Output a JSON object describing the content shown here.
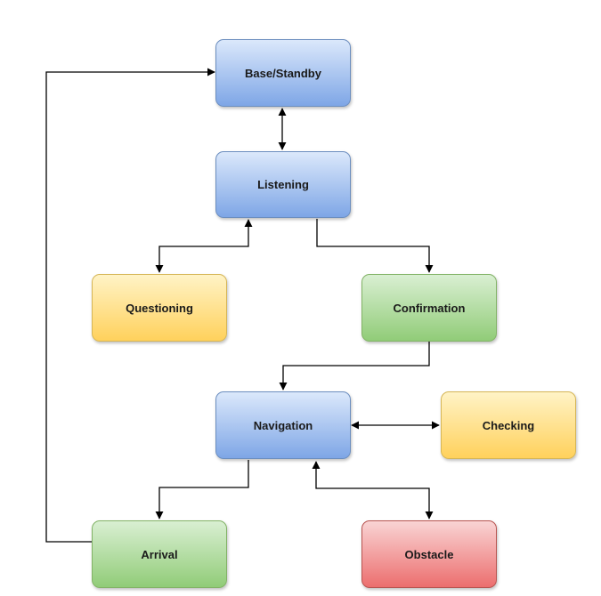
{
  "nodes": {
    "base_standby": {
      "label": "Base/Standby",
      "color": "blue"
    },
    "listening": {
      "label": "Listening",
      "color": "blue"
    },
    "questioning": {
      "label": "Questioning",
      "color": "yellow"
    },
    "confirmation": {
      "label": "Confirmation",
      "color": "green"
    },
    "navigation": {
      "label": "Navigation",
      "color": "blue"
    },
    "checking": {
      "label": "Checking",
      "color": "yellow"
    },
    "arrival": {
      "label": "Arrival",
      "color": "green"
    },
    "obstacle": {
      "label": "Obstacle",
      "color": "red"
    }
  },
  "edges": [
    {
      "from": "Arrival",
      "to": "Base/Standby",
      "direction": "one-way"
    },
    {
      "from": "Base/Standby",
      "to": "Listening",
      "direction": "two-way"
    },
    {
      "from": "Listening",
      "to": "Questioning",
      "direction": "two-way"
    },
    {
      "from": "Listening",
      "to": "Confirmation",
      "direction": "one-way"
    },
    {
      "from": "Confirmation",
      "to": "Navigation",
      "direction": "one-way"
    },
    {
      "from": "Navigation",
      "to": "Checking",
      "direction": "two-way"
    },
    {
      "from": "Navigation",
      "to": "Arrival",
      "direction": "one-way"
    },
    {
      "from": "Navigation",
      "to": "Obstacle",
      "direction": "two-way"
    }
  ],
  "colors": {
    "blue_fill": "#7ea6e6",
    "yellow_fill": "#ffd15c",
    "green_fill": "#91cc78",
    "red_fill": "#ec6e6e",
    "connector": "#000000"
  }
}
